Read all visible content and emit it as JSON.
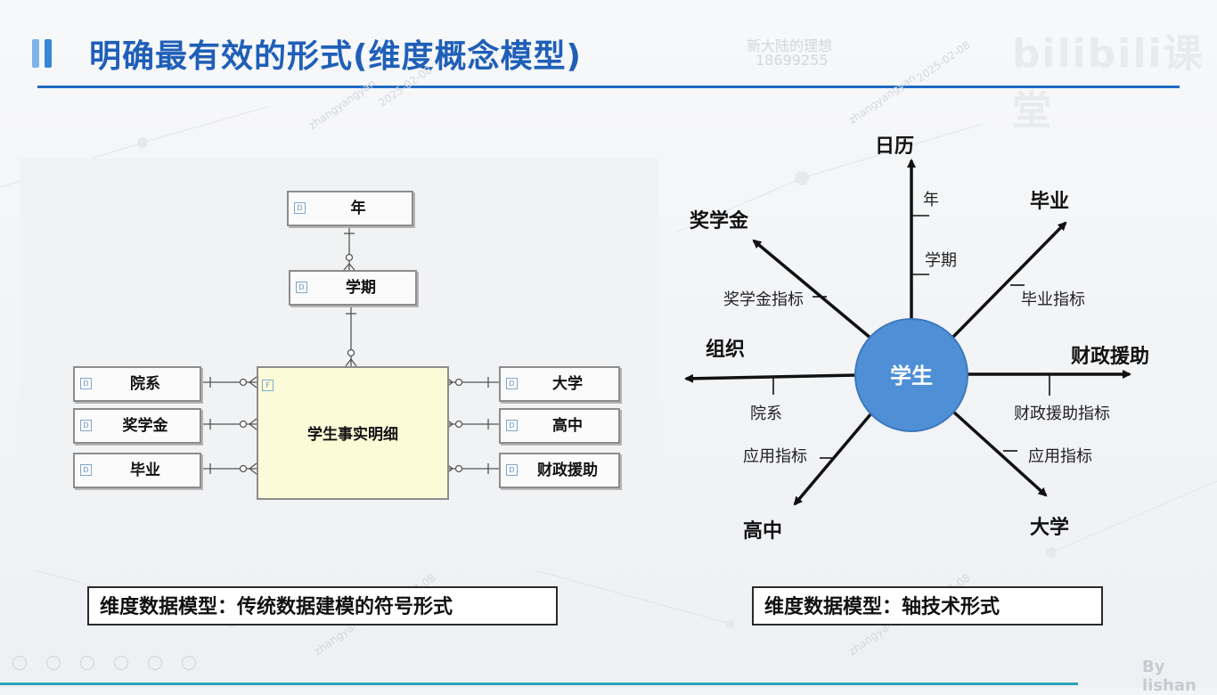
{
  "header": {
    "title": "明确最有效的形式(维度概念模型)",
    "brand": "bilibili课堂"
  },
  "watermarks": {
    "line1": "新大陆的理想",
    "line2": "18699255",
    "user": "zhangyangyan",
    "date": "2025-02-08"
  },
  "left_diagram": {
    "dim_tag": "D",
    "fact_tag": "F",
    "entities": {
      "year": "年",
      "term": "学期",
      "department": "院系",
      "scholarship": "奖学金",
      "graduation": "毕业",
      "university": "大学",
      "high_school": "高中",
      "financial_aid": "财政援助"
    },
    "fact": "学生事实明细",
    "caption": "维度数据模型：传统数据建模的符号形式"
  },
  "right_diagram": {
    "center": "学生",
    "axes": {
      "calendar": "日历",
      "graduation": "毕业",
      "scholarship": "奖学金",
      "organization": "组织",
      "financial_aid": "财政援助",
      "high_school": "高中",
      "university": "大学"
    },
    "ticks": {
      "year": "年",
      "term": "学期",
      "graduation_metric": "毕业指标",
      "scholarship_metric": "奖学金指标",
      "department": "院系",
      "financial_aid_metric": "财政援助指标",
      "application_metric_left": "应用指标",
      "application_metric_right": "应用指标"
    },
    "caption": "维度数据模型：轴技术形式"
  },
  "footer": {
    "author": "By lishan"
  },
  "colors": {
    "title": "#1f5fb8",
    "title_bars": [
      "#7db3e8",
      "#3a86d6"
    ],
    "center_circle": "#4f8fd6",
    "fact_fill": "#fcfbd8"
  }
}
